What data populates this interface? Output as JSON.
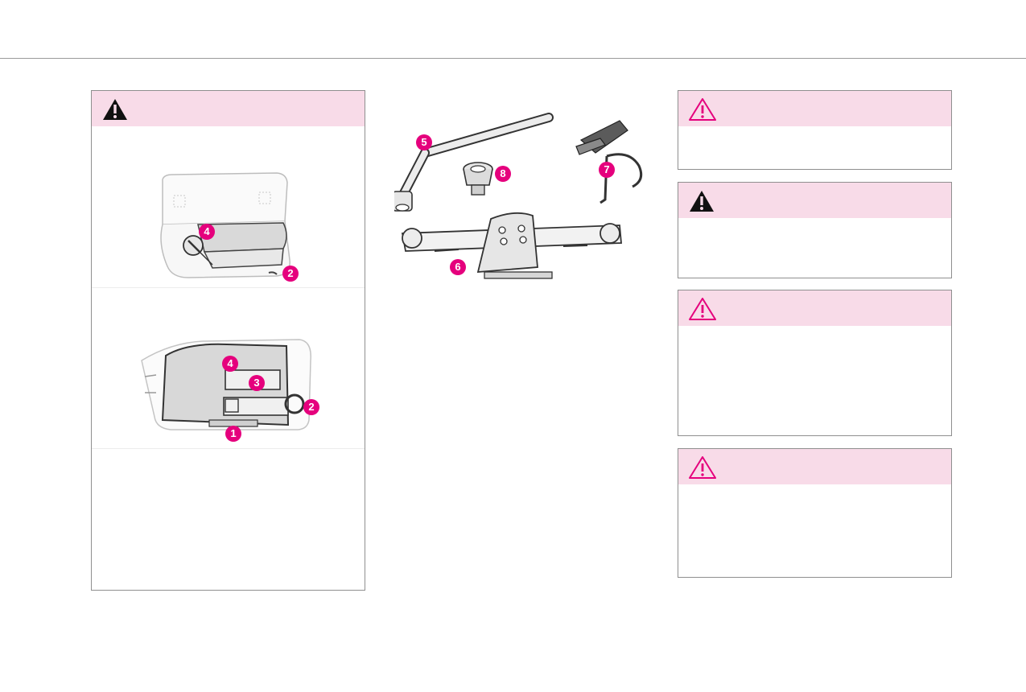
{
  "page": {
    "accent_color": "#e5007d",
    "warning_header_color": "#f8dbe8"
  },
  "left_panel": {
    "header_icon": "warning-triangle-filled-icon",
    "figure_1": {
      "callouts": [
        "4",
        "2"
      ]
    },
    "figure_2": {
      "callouts": [
        "4",
        "3",
        "2",
        "1"
      ]
    }
  },
  "center_figure": {
    "callouts": [
      "5",
      "8",
      "7",
      "6"
    ]
  },
  "right_panels": [
    {
      "header_icon": "warning-triangle-outline-icon"
    },
    {
      "header_icon": "warning-triangle-filled-icon"
    },
    {
      "header_icon": "warning-triangle-outline-icon"
    },
    {
      "header_icon": "warning-triangle-outline-icon"
    }
  ]
}
